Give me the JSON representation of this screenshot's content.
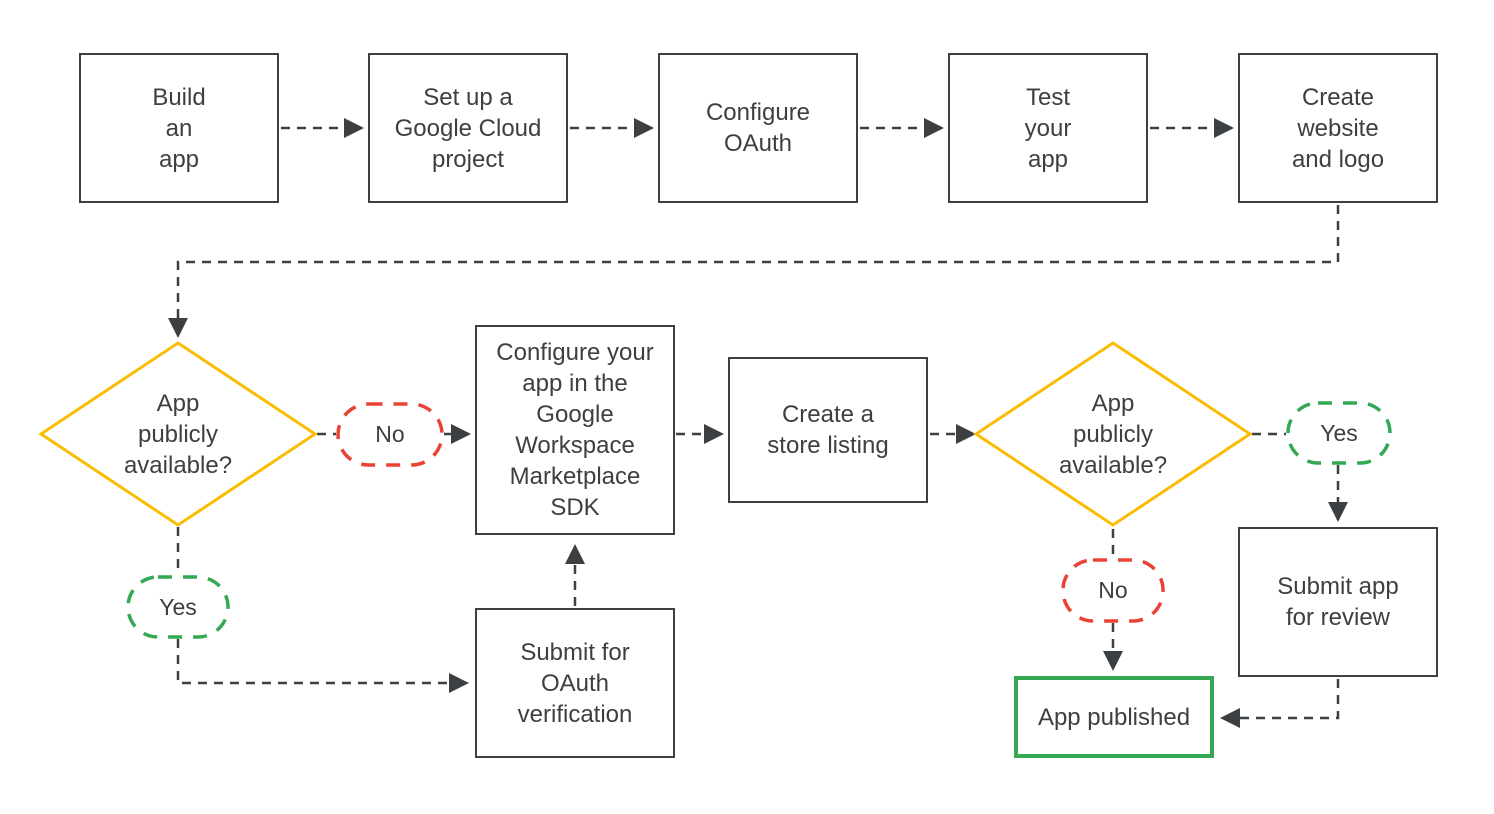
{
  "colors": {
    "outline": "#3c4043",
    "text": "#3c4043",
    "decision_yellow": "#fbbc04",
    "no_red": "#ea4335",
    "yes_green": "#34a853",
    "published_green": "#34a853",
    "background": "#ffffff"
  },
  "nodes": {
    "build_app": {
      "label": "Build\nan\napp"
    },
    "cloud_project": {
      "label": "Set up a\nGoogle Cloud\nproject"
    },
    "configure_oauth": {
      "label": "Configure\nOAuth"
    },
    "test_app": {
      "label": "Test\nyour\napp"
    },
    "website_logo": {
      "label": "Create\nwebsite\nand logo"
    },
    "decision1": {
      "label": "App\npublicly\navailable?"
    },
    "no1": {
      "label": "No"
    },
    "yes1": {
      "label": "Yes"
    },
    "marketplace_sdk": {
      "label": "Configure your\napp in the\nGoogle\nWorkspace\nMarketplace\nSDK"
    },
    "store_listing": {
      "label": "Create a\nstore listing"
    },
    "decision2": {
      "label": "App\npublicly\navailable?"
    },
    "yes2": {
      "label": "Yes"
    },
    "no2": {
      "label": "No"
    },
    "oauth_verification": {
      "label": "Submit for\nOAuth\nverification"
    },
    "submit_review": {
      "label": "Submit app\nfor review"
    },
    "app_published": {
      "label": "App published"
    }
  }
}
